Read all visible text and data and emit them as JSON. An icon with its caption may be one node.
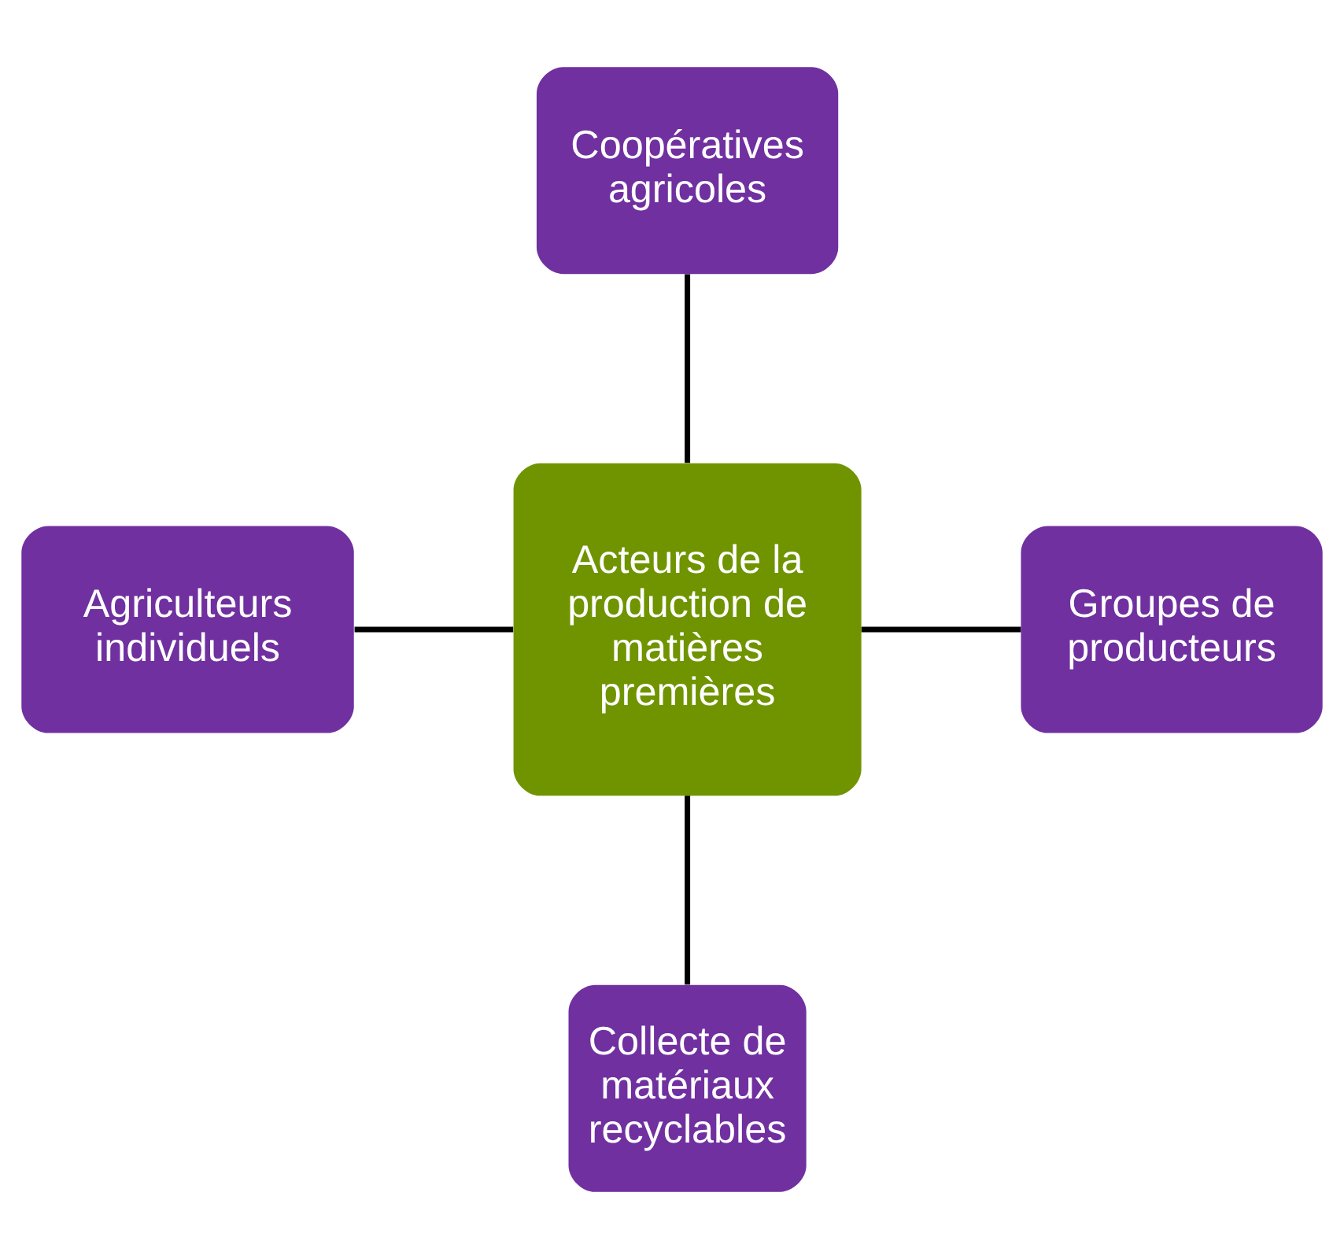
{
  "diagram": {
    "nodes": [
      {
        "text": [
          "Coopératives agricoles"
        ]
      },
      {
        "text": [
          "Agriculteurs individuels"
        ]
      },
      {
        "text": [
          "Acteurs de la production de matières premières"
        ]
      },
      {
        "text": [
          "Groupes de producteurs"
        ]
      },
      {
        "text": [
          "Collecte de matériaux recyclables"
        ]
      }
    ],
    "edges": [
      {
        "from": 0,
        "to": 2,
        "arrow": "none"
      },
      {
        "from": 1,
        "to": 2,
        "arrow": "none"
      },
      {
        "from": 2,
        "to": 3,
        "arrow": "none"
      },
      {
        "from": 2,
        "to": 4,
        "arrow": "none"
      }
    ]
  }
}
